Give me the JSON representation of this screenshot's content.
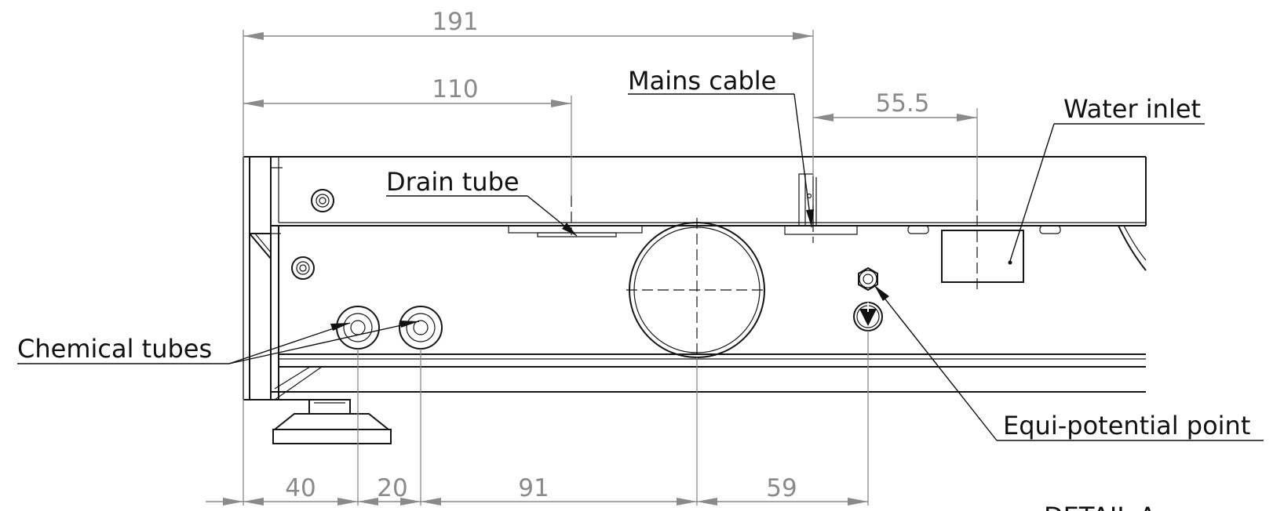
{
  "dimensions": {
    "top_overall": "191",
    "top_drain": "110",
    "mains_to_water": "55.5",
    "bottom_1": "40",
    "bottom_2": "20",
    "bottom_3": "91",
    "bottom_4": "59"
  },
  "callouts": {
    "mains_cable": "Mains cable",
    "water_inlet": "Water inlet",
    "drain_tube": "Drain tube",
    "chemical_tubes": "Chemical tubes",
    "equi_potential_point": "Equi-potential point"
  },
  "detail_label": "DETAIL A",
  "icons": {
    "ground_symbol": "equipotential-ground-icon"
  }
}
